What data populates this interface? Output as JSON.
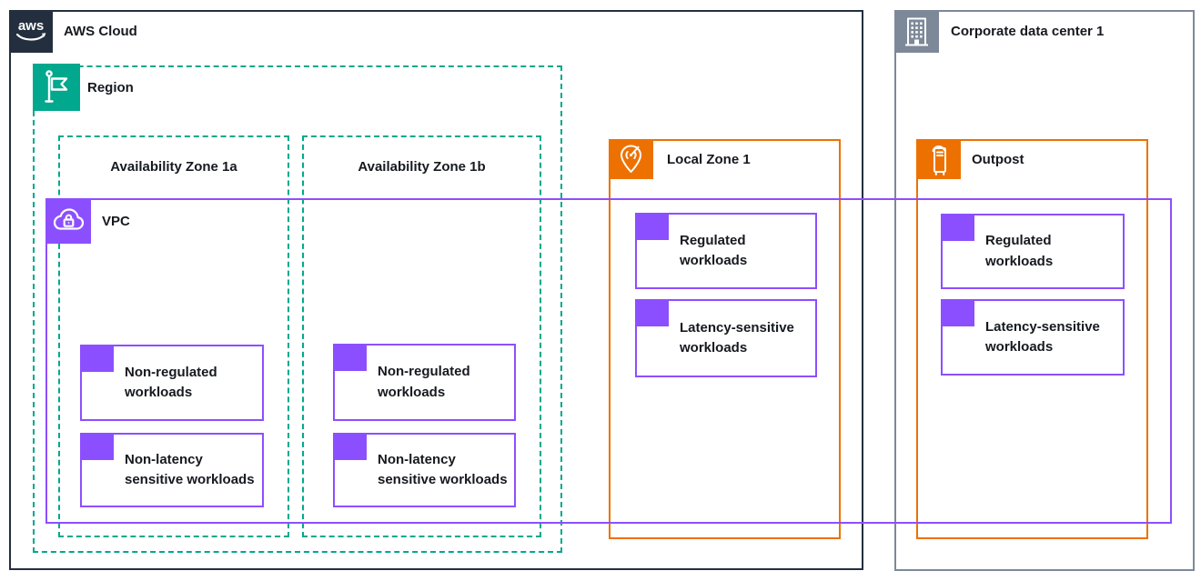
{
  "colors": {
    "dark_navy": "#232F3E",
    "teal": "#01A88D",
    "purple": "#8C4FFF",
    "orange": "#ED7100",
    "gray": "#7D8998",
    "text": "#16191F",
    "background": "#FFFFFF"
  },
  "groups": {
    "aws_cloud": {
      "label": "AWS Cloud",
      "icon": "aws-logo-icon"
    },
    "region": {
      "label": "Region",
      "icon": "region-flag-icon"
    },
    "az_a": {
      "label": "Availability Zone 1a"
    },
    "az_b": {
      "label": "Availability Zone 1b"
    },
    "vpc": {
      "label": "VPC",
      "icon": "vpc-cloud-lock-icon"
    },
    "local_zone": {
      "label": "Local Zone 1",
      "icon": "local-zone-pin-icon"
    },
    "outpost": {
      "label": "Outpost",
      "icon": "outpost-rack-icon"
    },
    "corporate_dc": {
      "label": "Corporate data center 1",
      "icon": "corporate-building-icon"
    }
  },
  "workloads": {
    "az_a": [
      {
        "line1": "Non-regulated",
        "line2": "workloads"
      },
      {
        "line1": "Non-latency",
        "line2": "sensitive workloads"
      }
    ],
    "az_b": [
      {
        "line1": "Non-regulated",
        "line2": "workloads"
      },
      {
        "line1": "Non-latency",
        "line2": "sensitive workloads"
      }
    ],
    "local_zone": [
      {
        "line1": "Regulated",
        "line2": "workloads"
      },
      {
        "line1": "Latency-sensitive",
        "line2": "workloads"
      }
    ],
    "outpost": [
      {
        "line1": "Regulated",
        "line2": "workloads"
      },
      {
        "line1": "Latency-sensitive",
        "line2": "workloads"
      }
    ]
  }
}
